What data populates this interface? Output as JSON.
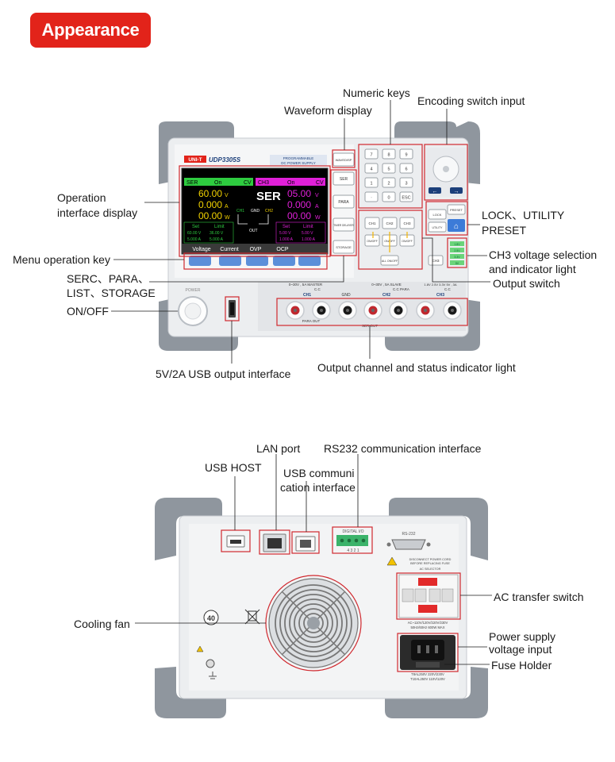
{
  "page_title": "Appearance",
  "front_panel": {
    "brand": "UNI-T",
    "model": "UDP3305S",
    "tagline_1": "PROGRAMMABLE",
    "tagline_2": "DC POWER SUPPLY",
    "screen": {
      "ch_left": "SER",
      "state_left": "On",
      "mode_left": "CV",
      "ch_right": "CH3",
      "state_right": "On",
      "mode_right": "CV",
      "v_left": "60.00",
      "a_left": "0.000",
      "w_left": "00.00",
      "unit_v": "V",
      "unit_a": "A",
      "unit_w": "W",
      "big_mode": "SER",
      "v_right": "05.00",
      "a_right": "0.000",
      "w_right": "00.00",
      "ch1": "CH1",
      "gnd": "GND",
      "ch2": "CH2",
      "out": "OUT",
      "set": "Set",
      "limit": "Limit",
      "set_v_left": "60.00 V",
      "lim_v_left": "36.00 V",
      "set_a_left": "5.000 A",
      "lim_a_left": "5.000 A",
      "set_v_right": "5.00 V",
      "lim_v_right": "5.00 V",
      "set_a_right": "1.000 A",
      "lim_a_right": "1.000 A",
      "soft_keys": [
        "Voltage",
        "Current",
        "OVP",
        "OCP"
      ]
    },
    "side_keys": [
      "WAVEDISP",
      "SER",
      "PARA",
      "TIMER DELAYER",
      "STORAGE"
    ],
    "numeric_keys": [
      "7",
      "8",
      "9",
      "4",
      "5",
      "6",
      "1",
      "2",
      "3",
      "·",
      "0",
      "ESC"
    ],
    "channel_keys": [
      "CH1",
      "CH2",
      "CH3",
      "ON/OFF",
      "ON/OFF",
      "ON/OFF"
    ],
    "all_on_off": "ALL ON/OFF",
    "lock_key": "LOCK",
    "utility_key": "UTILITY",
    "preset_key": "PRESET",
    "ch3_key": "CH3",
    "ch3_levels": [
      "1.8V",
      "2.5V",
      "3.3V",
      "5V"
    ],
    "power_label": "POWER",
    "channel_bar": {
      "ch1_range": "0~30V , 5A MASTER",
      "ch1_cc": "C.C",
      "ch1": "CH1",
      "gnd": "GND",
      "ch2_range": "0~30V , 5A SLAVE",
      "ch2_cc": "C.C  PARA",
      "ch2": "CH2",
      "ch3_range": "1.8V 2.5V 3.3V 5V , 3A",
      "ch3_cc": "C.C",
      "ch3": "CH3",
      "para_out": "PARA OUT",
      "ser_out": "SER OUT"
    }
  },
  "front_labels": {
    "numeric_keys": "Numeric keys",
    "encoding_switch": "Encoding switch input",
    "waveform_display": "Waveform display",
    "operation_display_1": "Operation",
    "operation_display_2": "interface display",
    "lock_utility": "LOCK、UTILITY",
    "preset": "PRESET",
    "menu_key": "Menu operation key",
    "ch3_selection_1": "CH3 voltage selection",
    "ch3_selection_2": "and indicator light",
    "serc_para": "SERC、PARA、",
    "list_storage": "LIST、STORAGE",
    "output_switch": "Output switch",
    "on_off": "ON/OFF",
    "usb_output": "5V/2A USB output interface",
    "output_channel": "Output channel and status indicator light"
  },
  "rear_panel": {
    "digital_io": "DIGITAL I/O",
    "digital_pins": "4 3 2 1",
    "rs232": "RS-232",
    "warning_1": "DISCONNECT POWER CORD",
    "warning_2": "BEFORE REPLACING FUSE",
    "warning_3": "AC SELECTOR",
    "ac_spec": "AC~110V/120V/220V/230V",
    "ac_freq": "50Hz/60Hz 600W MAX",
    "fuse_1": "T8AL250V  220V/230V",
    "fuse_2": "T10AL250V  110V/120V",
    "cert": "40"
  },
  "rear_labels": {
    "lan_port": "LAN port",
    "rs232_interface": "RS232 communication interface",
    "usb_host": "USB HOST",
    "usb_comm_1": "USB communi",
    "usb_comm_2": "cation interface",
    "ac_switch": "AC transfer switch",
    "cooling_fan": "Cooling fan",
    "power_input_1": "Power supply",
    "power_input_2": "voltage input",
    "fuse_holder": "Fuse Holder"
  },
  "colors": {
    "accent": "#e2231a",
    "callout": "#d0282e",
    "screen_green": "#2ecc40",
    "screen_yellow": "#f2d200",
    "screen_magenta": "#e020d8",
    "key_blue": "#5b8fd9"
  }
}
